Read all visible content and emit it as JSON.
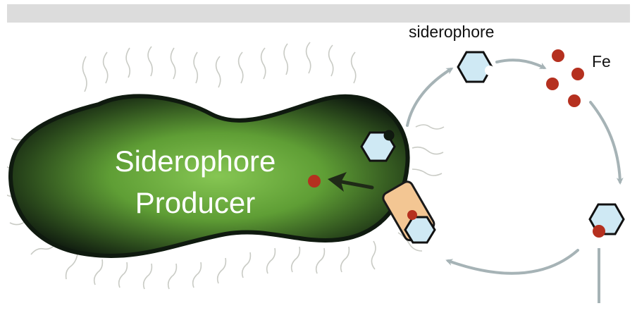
{
  "labels": {
    "siderophore": "siderophore",
    "iron": "Fe",
    "cell_line1": "Siderophore",
    "cell_line2": "Producer"
  },
  "colors": {
    "cell_dark": "#0f1a0f",
    "cell_light": "#7cc04a",
    "siderophore_fill": "#cfe9f4",
    "iron": "#b5301f",
    "receptor": "#f3c693",
    "cycle_arrow": "#a6b3b6",
    "import_arrow": "#1f2a17",
    "hair": "#c9cbc5",
    "top_bar": "#dcdcdc"
  },
  "icons": [
    "siderophore-hexagon-icon",
    "iron-dot-icon",
    "receptor-transporter-icon",
    "arrow-icon"
  ]
}
